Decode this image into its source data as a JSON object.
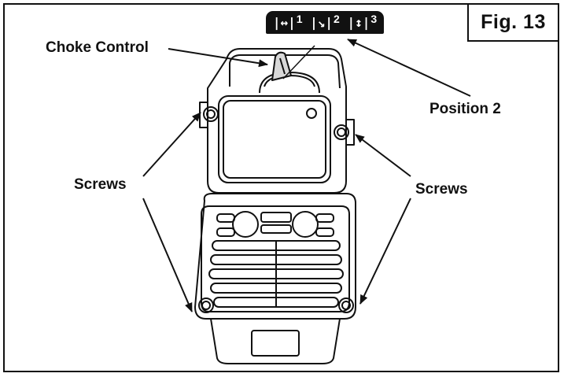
{
  "figure": {
    "label": "Fig. 13"
  },
  "callouts": {
    "choke_control": "Choke Control",
    "position_2": "Position 2",
    "screws_left": "Screws",
    "screws_right": "Screws"
  },
  "choke_positions": [
    {
      "glyph": "|↔|",
      "number": "1"
    },
    {
      "glyph": "|↘|",
      "number": "2"
    },
    {
      "glyph": "|↕|",
      "number": "3"
    }
  ],
  "colors": {
    "line": "#111111",
    "background": "#ffffff"
  }
}
